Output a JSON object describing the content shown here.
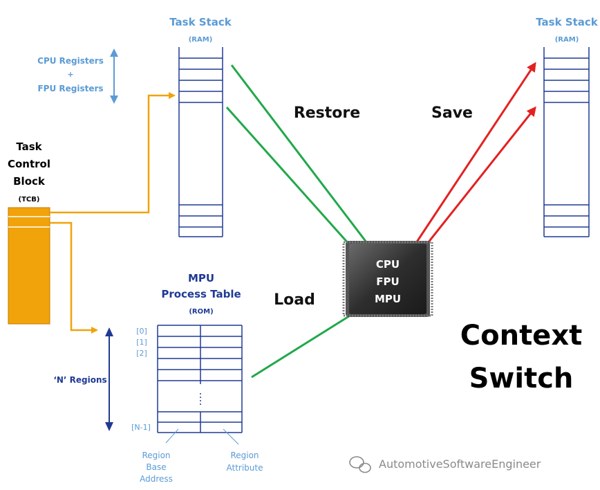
{
  "left_stack": {
    "title": "Task Stack",
    "subtitle": "(RAM)"
  },
  "right_stack": {
    "title": "Task Stack",
    "subtitle": "(RAM)"
  },
  "registers": {
    "line1": "CPU Registers",
    "line2": "+",
    "line3": "FPU Registers"
  },
  "tcb": {
    "line1": "Task",
    "line2": "Control",
    "line3": "Block",
    "abbr": "(TCB)"
  },
  "arrows": {
    "restore": "Restore",
    "save": "Save",
    "load": "Load"
  },
  "chip": {
    "cpu": "CPU",
    "fpu": "FPU",
    "mpu": "MPU"
  },
  "mpu_table": {
    "title1": "MPU",
    "title2": "Process Table",
    "subtitle": "(ROM)",
    "row_labels": [
      "[0]",
      "[1]",
      "[2]",
      "[N-1]"
    ],
    "regions_label": "‘N’ Regions",
    "col1_label": [
      "Region",
      "Base",
      "Address"
    ],
    "col2_label": [
      "Region",
      "Attribute"
    ]
  },
  "headline": {
    "line1": "Context",
    "line2": "Switch"
  },
  "watermark": {
    "text": "AutomotiveSoftwareEngineer"
  },
  "colors": {
    "stack_blue": "#1f3a93",
    "label_blue": "#5b9bd5",
    "orange": "#f0a30a",
    "green": "#21a84a",
    "red": "#e32121",
    "chip_dark": "#3a3a3a"
  }
}
